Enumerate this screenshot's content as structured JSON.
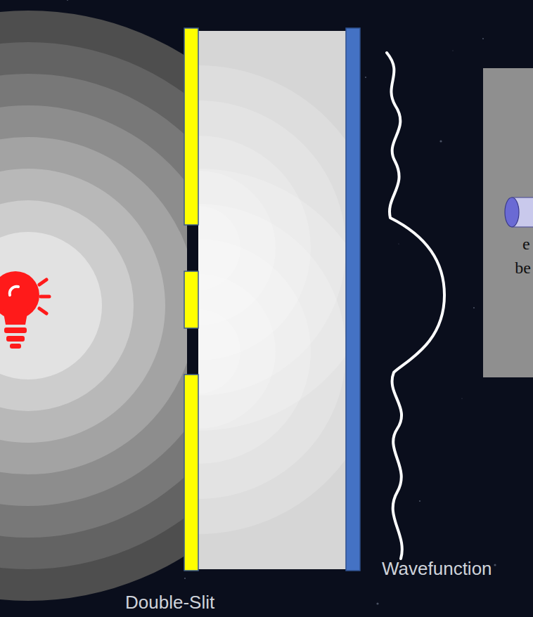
{
  "diagram": {
    "nodes": [
      {
        "text": [
          "e",
          "be"
        ]
      }
    ],
    "labels": [
      "Double-Slit",
      "Wavefunction"
    ]
  }
}
